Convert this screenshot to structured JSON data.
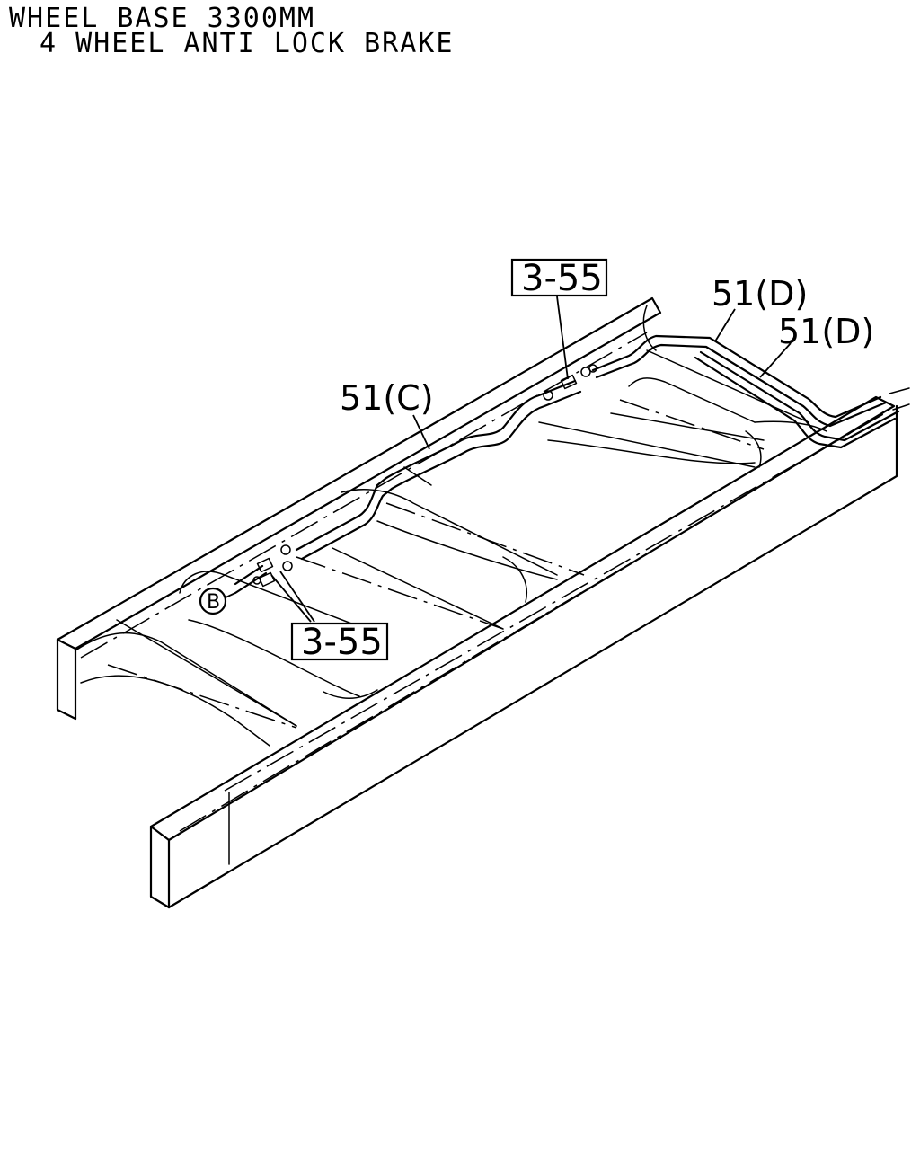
{
  "header": {
    "line1": "WHEEL BASE 3300MM",
    "line2": "4 WHEEL ANTI LOCK BRAKE"
  },
  "callouts": {
    "pipe_c": "51(C)",
    "pipe_d_upper": "51(D)",
    "pipe_d_lower": "51(D)"
  },
  "refs": {
    "top": "3-55",
    "bottom": "3-55"
  },
  "marker": {
    "label": "B"
  }
}
